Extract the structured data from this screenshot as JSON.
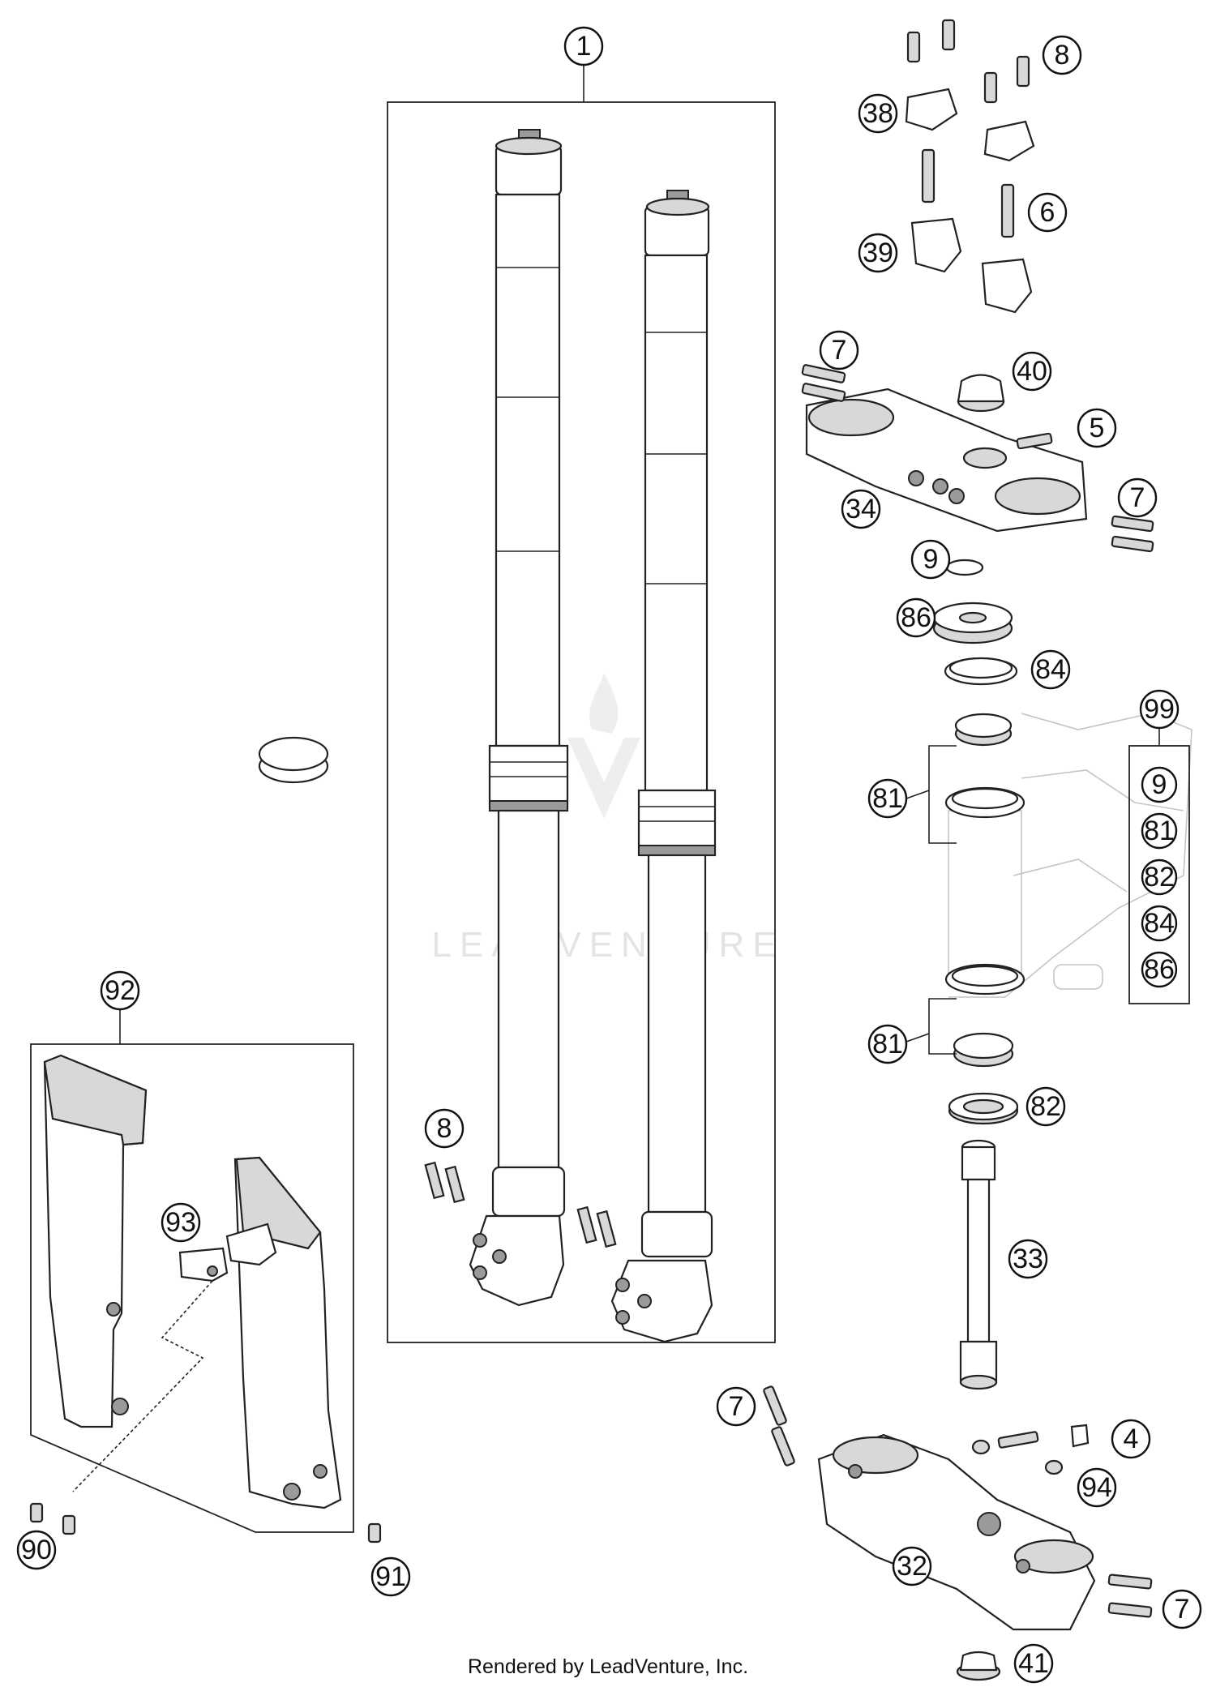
{
  "callouts": [
    {
      "id": "c1",
      "label": "1"
    },
    {
      "id": "c8a",
      "label": "8"
    },
    {
      "id": "c38",
      "label": "38"
    },
    {
      "id": "c6",
      "label": "6"
    },
    {
      "id": "c39",
      "label": "39"
    },
    {
      "id": "c7a",
      "label": "7"
    },
    {
      "id": "c40",
      "label": "40"
    },
    {
      "id": "c5",
      "label": "5"
    },
    {
      "id": "c7b",
      "label": "7"
    },
    {
      "id": "c34",
      "label": "34"
    },
    {
      "id": "c9",
      "label": "9"
    },
    {
      "id": "c86",
      "label": "86"
    },
    {
      "id": "c84",
      "label": "84"
    },
    {
      "id": "c99",
      "label": "99"
    },
    {
      "id": "c81a",
      "label": "81"
    },
    {
      "id": "c81b",
      "label": "81"
    },
    {
      "id": "c82",
      "label": "82"
    },
    {
      "id": "c33",
      "label": "33"
    },
    {
      "id": "c92",
      "label": "92"
    },
    {
      "id": "c93",
      "label": "93"
    },
    {
      "id": "c8b",
      "label": "8"
    },
    {
      "id": "c7c",
      "label": "7"
    },
    {
      "id": "c4",
      "label": "4"
    },
    {
      "id": "c94",
      "label": "94"
    },
    {
      "id": "c32",
      "label": "32"
    },
    {
      "id": "c7d",
      "label": "7"
    },
    {
      "id": "c41",
      "label": "41"
    },
    {
      "id": "c90",
      "label": "90"
    },
    {
      "id": "c91",
      "label": "91"
    }
  ],
  "kit_99_contents": [
    "9",
    "81",
    "82",
    "84",
    "86"
  ],
  "watermark": "LEADVENTURE",
  "credit": "Rendered by LeadVenture, Inc."
}
